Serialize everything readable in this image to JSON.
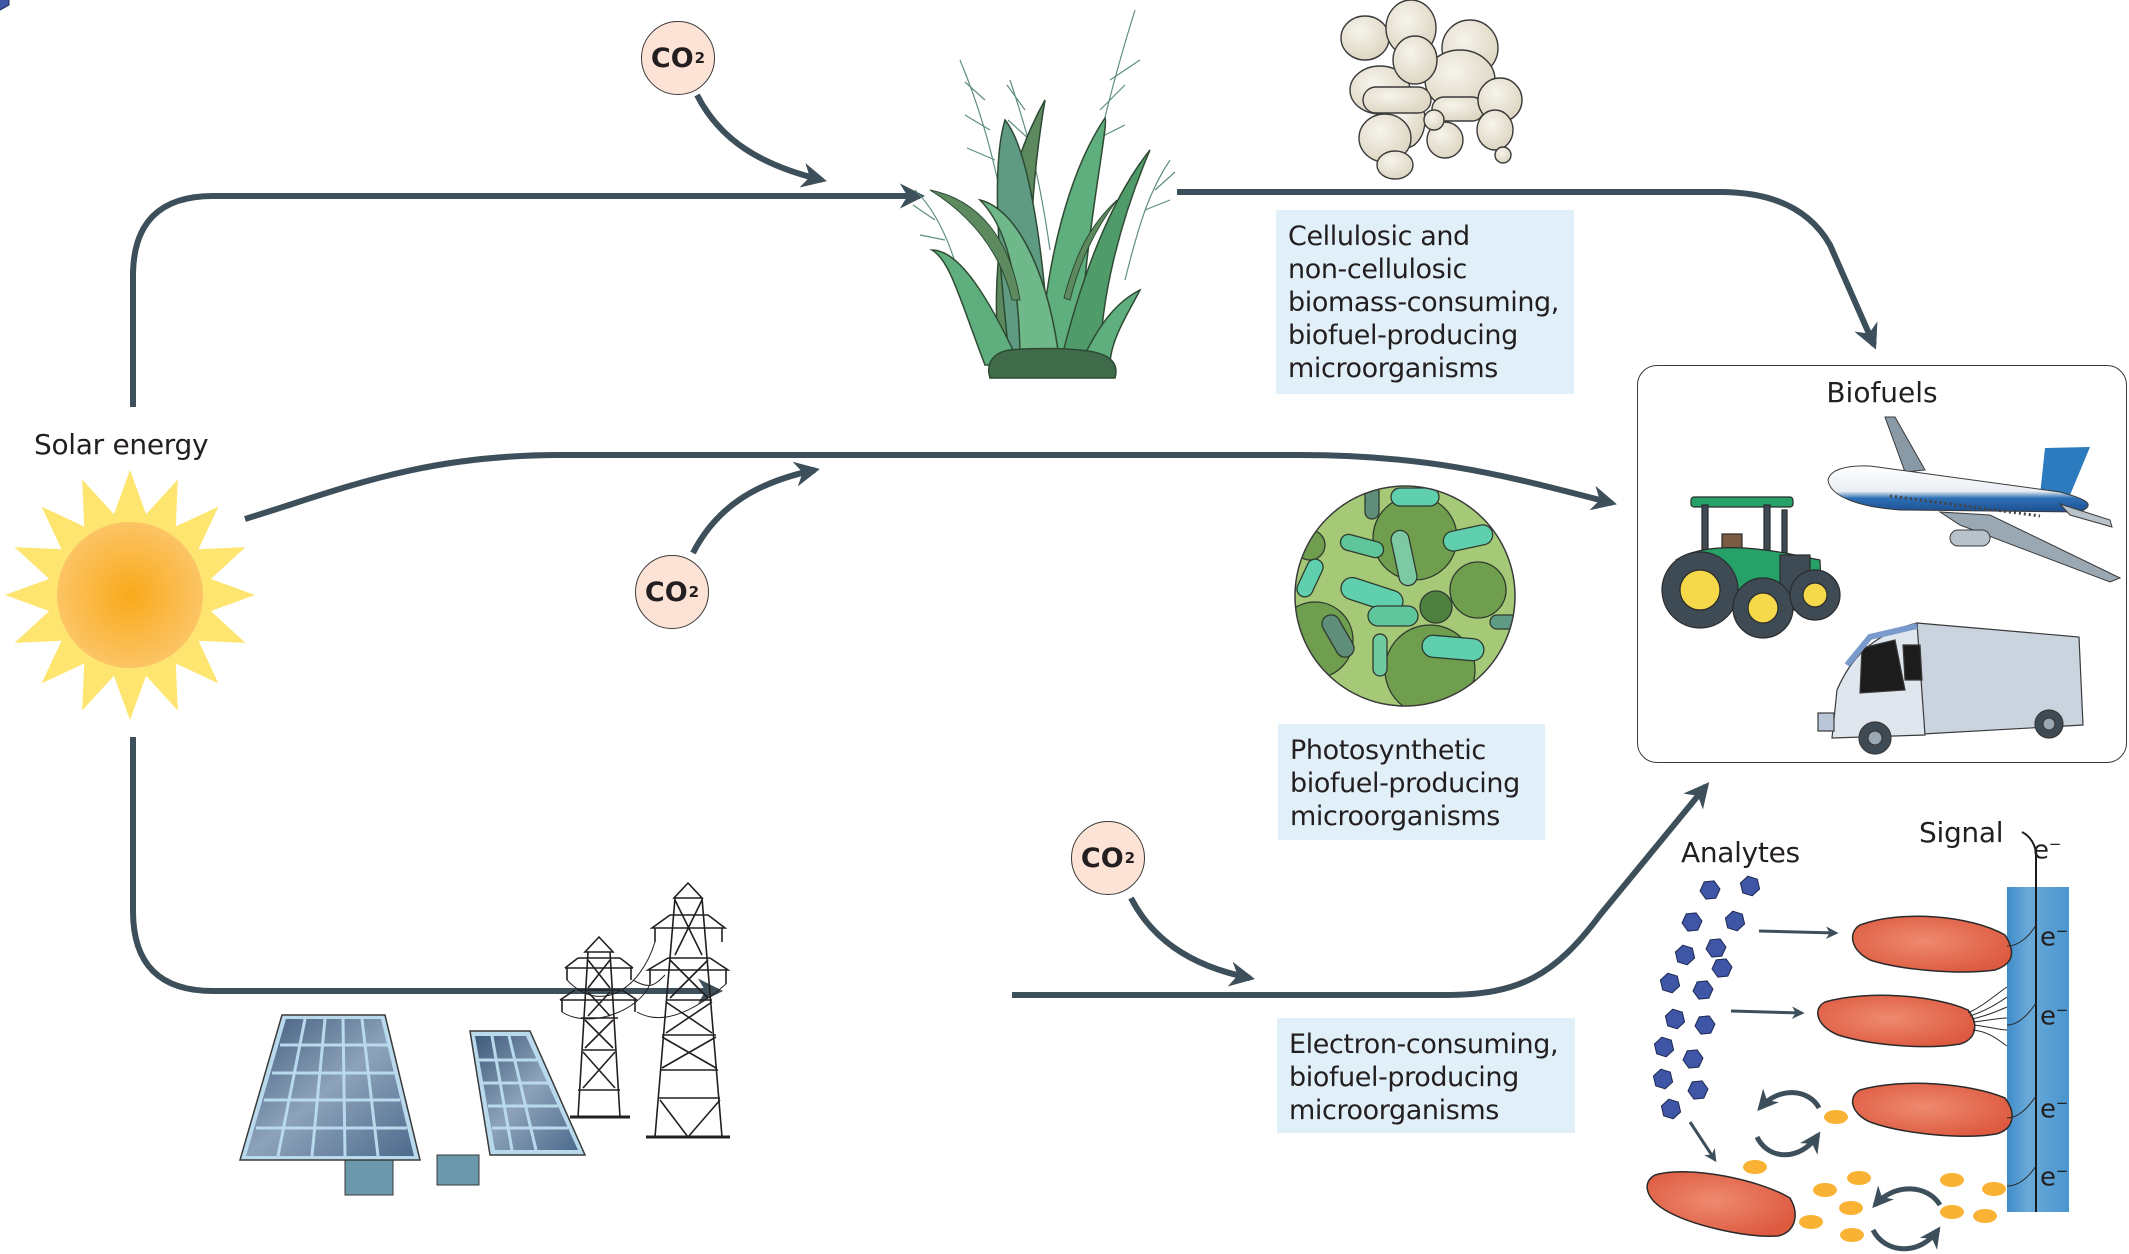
{
  "source": {
    "label": "Solar energy"
  },
  "co2_bubbles": [
    {
      "id": "top",
      "text": "CO",
      "subscript": "2"
    },
    {
      "id": "middle",
      "text": "CO",
      "subscript": "2"
    },
    {
      "id": "bottom",
      "text": "CO",
      "subscript": "2"
    }
  ],
  "pathways": [
    {
      "id": "biomass",
      "intermediate": "grass-plant (biomass)",
      "organism_image": "yeast-cells",
      "label_lines": [
        "Cellulosic and",
        "non-cellulosic",
        "biomass-consuming,",
        "biofuel-producing",
        "microorganisms"
      ]
    },
    {
      "id": "photosynthetic",
      "organism_image": "algae-cyanobacteria",
      "label_lines": [
        "Photosynthetic",
        "biofuel-producing",
        "microorganisms"
      ]
    },
    {
      "id": "electron",
      "intermediate": "solar-panels and power-lines",
      "label_lines": [
        "Electron-consuming,",
        "biofuel-producing",
        "microorganisms"
      ]
    }
  ],
  "biofuels": {
    "title": "Biofuels",
    "vehicles": [
      "tractor",
      "airplane",
      "delivery-truck"
    ]
  },
  "sensor": {
    "analytes_label": "Analytes",
    "signal_label": "Signal",
    "electron_label": "e",
    "electron_superscript": "−",
    "electrode_electron_count": 4
  },
  "colors": {
    "arrow": "#3d4f5a",
    "label_box": "#e1eff9",
    "co2_fill": "#fde3d6",
    "bacteria": "#e0614a",
    "analyte": "#3f55a5",
    "metabolite": "#f9b233",
    "electrode": "#4a95cf"
  }
}
